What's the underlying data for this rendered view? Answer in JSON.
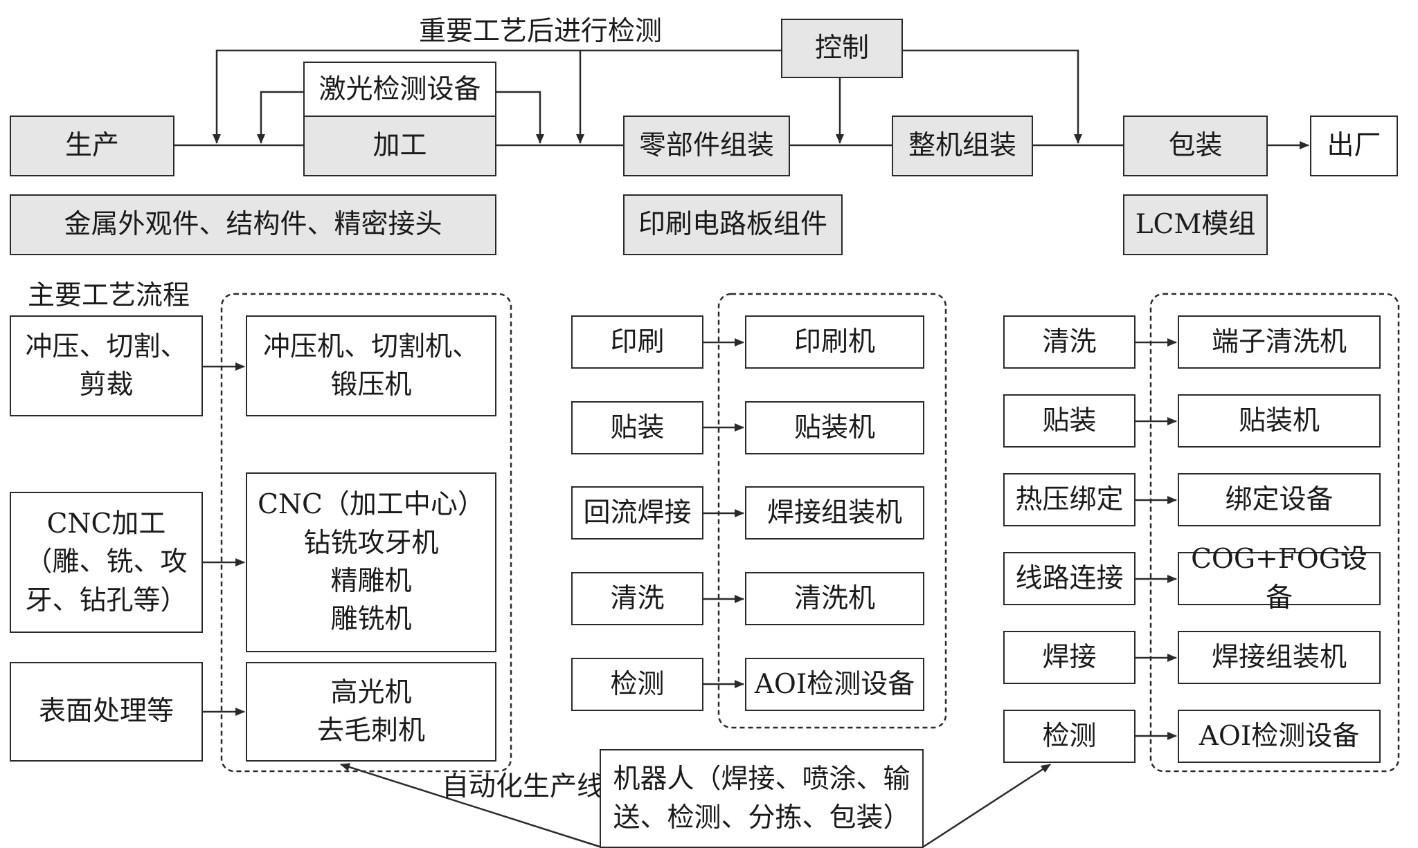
{
  "colors": {
    "stroke": "#2a2a2a",
    "grey_fill": "#e6e6e6"
  },
  "top_flow": {
    "check_label": "重要工艺后进行检测",
    "control": "控制",
    "laser": "激光检测设备",
    "production": "生产",
    "machining": "加工",
    "parts_assembly": "零部件组装",
    "full_assembly": "整机组装",
    "packaging": "包装",
    "shipping": "出厂",
    "metal_parts": "金属外观件、结构件、精密接头",
    "pcb": "印刷电路板组件",
    "lcm": "LCM模组"
  },
  "main_process_label": "主要工艺流程",
  "machining_group": [
    {
      "process": [
        "冲压、切割、",
        "剪裁"
      ],
      "equipment": [
        "冲压机、切割机、",
        "锻压机"
      ]
    },
    {
      "process": [
        "CNC加工",
        "（雕、铣、攻",
        "牙、钻孔等）"
      ],
      "equipment": [
        "CNC（加工中心）",
        "钻铣攻牙机",
        "精雕机",
        "雕铣机"
      ]
    },
    {
      "process": [
        "表面处理等"
      ],
      "equipment": [
        "高光机",
        "去毛刺机"
      ]
    }
  ],
  "pcb_group": [
    {
      "process": "印刷",
      "equipment": "印刷机"
    },
    {
      "process": "贴装",
      "equipment": "贴装机"
    },
    {
      "process": "回流焊接",
      "equipment": "焊接组装机"
    },
    {
      "process": "清洗",
      "equipment": "清洗机"
    },
    {
      "process": "检测",
      "equipment": "AOI检测设备"
    }
  ],
  "lcm_group": [
    {
      "process": "清洗",
      "equipment": "端子清洗机"
    },
    {
      "process": "贴装",
      "equipment": "贴装机"
    },
    {
      "process": "热压绑定",
      "equipment": "绑定设备"
    },
    {
      "process": "线路连接",
      "equipment": "COG+FOG设备"
    },
    {
      "process": "焊接",
      "equipment": "焊接组装机"
    },
    {
      "process": "检测",
      "equipment": "AOI检测设备"
    }
  ],
  "automation_label": "自动化生产线",
  "robot": [
    "机器人（焊接、喷涂、输",
    "送、检测、分拣、包装）"
  ]
}
